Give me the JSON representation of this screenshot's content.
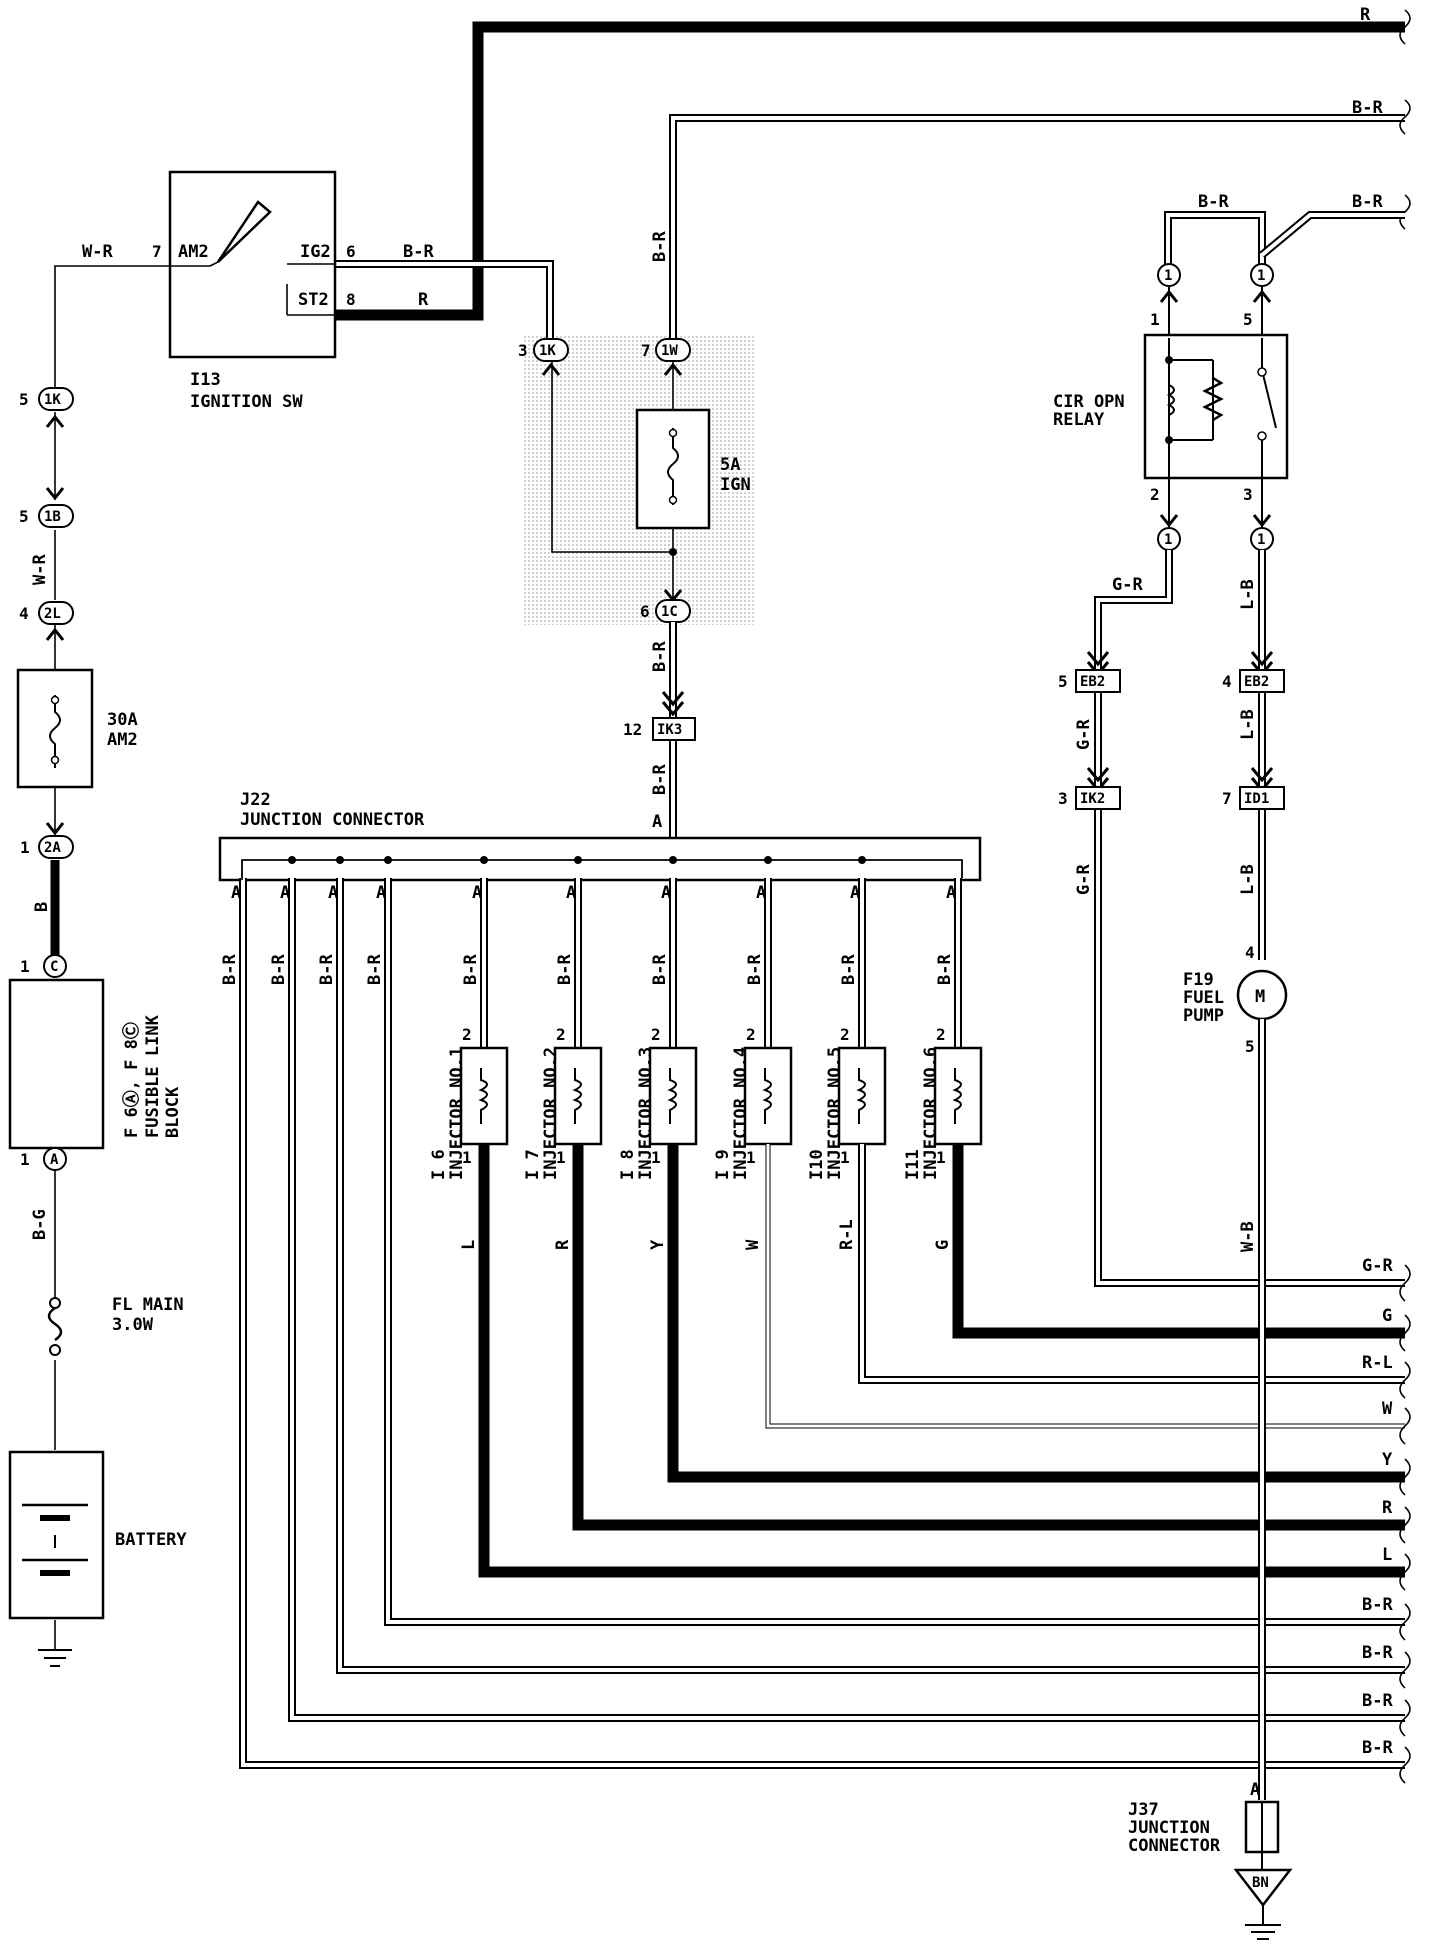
{
  "diagram": {
    "components": {
      "ignition_switch": {
        "id": "I13",
        "name": "IGNITION SW",
        "pin_am2": "AM2",
        "pin_ig2": "IG2",
        "pin_st2": "ST2",
        "pin7": "7",
        "pin6": "6",
        "pin8": "8"
      },
      "ign_fuse": {
        "rating": "5A",
        "name": "IGN"
      },
      "am2_fuse": {
        "rating": "30A",
        "name": "AM2"
      },
      "fusible_link": {
        "id": "F 6Ⓐ, F 8Ⓒ",
        "name": "FUSIBLE LINK",
        "name2": "BLOCK"
      },
      "fl_main": {
        "name": "FL MAIN",
        "rating": "3.0W"
      },
      "battery": {
        "name": "BATTERY"
      },
      "j22": {
        "id": "J22",
        "name": "JUNCTION CONNECTOR"
      },
      "j37": {
        "id": "J37",
        "name": "JUNCTION",
        "name2": "CONNECTOR"
      },
      "relay": {
        "name": "CIR OPN",
        "name2": "RELAY",
        "pin1": "1",
        "pin2": "2",
        "pin3": "3",
        "pin5": "5"
      },
      "fuel_pump": {
        "id": "F19",
        "name": "FUEL",
        "name2": "PUMP",
        "symbol": "M",
        "pin4": "4",
        "pin5": "5"
      },
      "ground": {
        "label": "BN"
      },
      "injectors": [
        {
          "id": "I 6",
          "name": "INJECTOR NO.1",
          "out_color": "L"
        },
        {
          "id": "I 7",
          "name": "INJECTOR NO.2",
          "out_color": "R"
        },
        {
          "id": "I 8",
          "name": "INJECTOR NO.3",
          "out_color": "Y"
        },
        {
          "id": "I 9",
          "name": "INJECTOR NO.4",
          "out_color": "W"
        },
        {
          "id": "I10",
          "name": "INJECTOR NO.5",
          "out_color": "R-L"
        },
        {
          "id": "I11",
          "name": "INJECTOR NO.6",
          "out_color": "G"
        }
      ],
      "injector_pin_top": "2",
      "injector_pin_bottom": "1",
      "injector_in_color": "B-R"
    },
    "connectors": {
      "c1K_left": {
        "pin": "5",
        "code": "1K"
      },
      "c1B": {
        "pin": "5",
        "code": "1B"
      },
      "c2L": {
        "pin": "4",
        "code": "2L"
      },
      "c2A": {
        "pin": "1",
        "code": "2A"
      },
      "cC": {
        "pin": "1",
        "code": "C"
      },
      "cA": {
        "pin": "1",
        "code": "A"
      },
      "c1K_mid": {
        "pin": "3",
        "code": "1K"
      },
      "c1W": {
        "pin": "7",
        "code": "1W"
      },
      "c1C": {
        "pin": "6",
        "code": "1C"
      },
      "cIK3": {
        "pin": "12",
        "code": "IK3"
      },
      "cEB2_l": {
        "pin": "5",
        "code": "EB2"
      },
      "cEB2_r": {
        "pin": "4",
        "code": "EB2"
      },
      "cIK2": {
        "pin": "3",
        "code": "IK2"
      },
      "cID1": {
        "pin": "7",
        "code": "ID1"
      },
      "relay_conn": {
        "code": "1"
      }
    },
    "wire_colors": {
      "r": "R",
      "br": "B-R",
      "wr": "W-R",
      "b": "B",
      "bg": "B-G",
      "gr": "G-R",
      "lb": "L-B",
      "wb": "W-B",
      "a": "A"
    },
    "right_edge_labels": [
      "R",
      "B-R",
      "B-R",
      "G-R",
      "G",
      "R-L",
      "W",
      "Y",
      "R",
      "L",
      "B-R",
      "B-R",
      "B-R",
      "B-R"
    ]
  }
}
